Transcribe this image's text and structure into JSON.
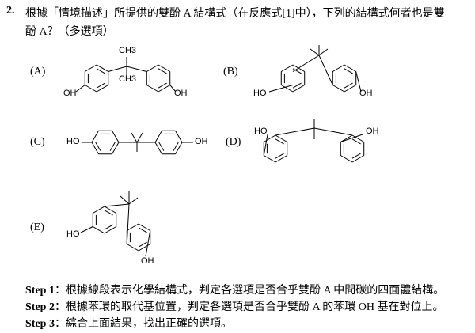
{
  "question": {
    "number": "2.",
    "line1": "根據「情境描述」所提供的雙酚 A 結構式（在反應式[1]中），下列的結構式何者也是雙",
    "line2": "酚 A？（多選項）"
  },
  "options": {
    "A": "(A)",
    "B": "(B)",
    "C": "(C)",
    "D": "(D)",
    "E": "(E)"
  },
  "labels": {
    "oh": "OH",
    "ho": "HO",
    "ch3": "CH3"
  },
  "steps": [
    {
      "label": "Step 1",
      "text": "：根據線段表示化學結構式，判定各選項是否合乎雙酚 A 中間碳的四面體結構。"
    },
    {
      "label": "Step 2",
      "text": "：根據苯環的取代基位置，判定各選項是否合乎雙酚 A 的苯環 OH 基在對位上。"
    },
    {
      "label": "Step 3",
      "text": "：綜合上面結果，找出正確的選項。"
    }
  ]
}
